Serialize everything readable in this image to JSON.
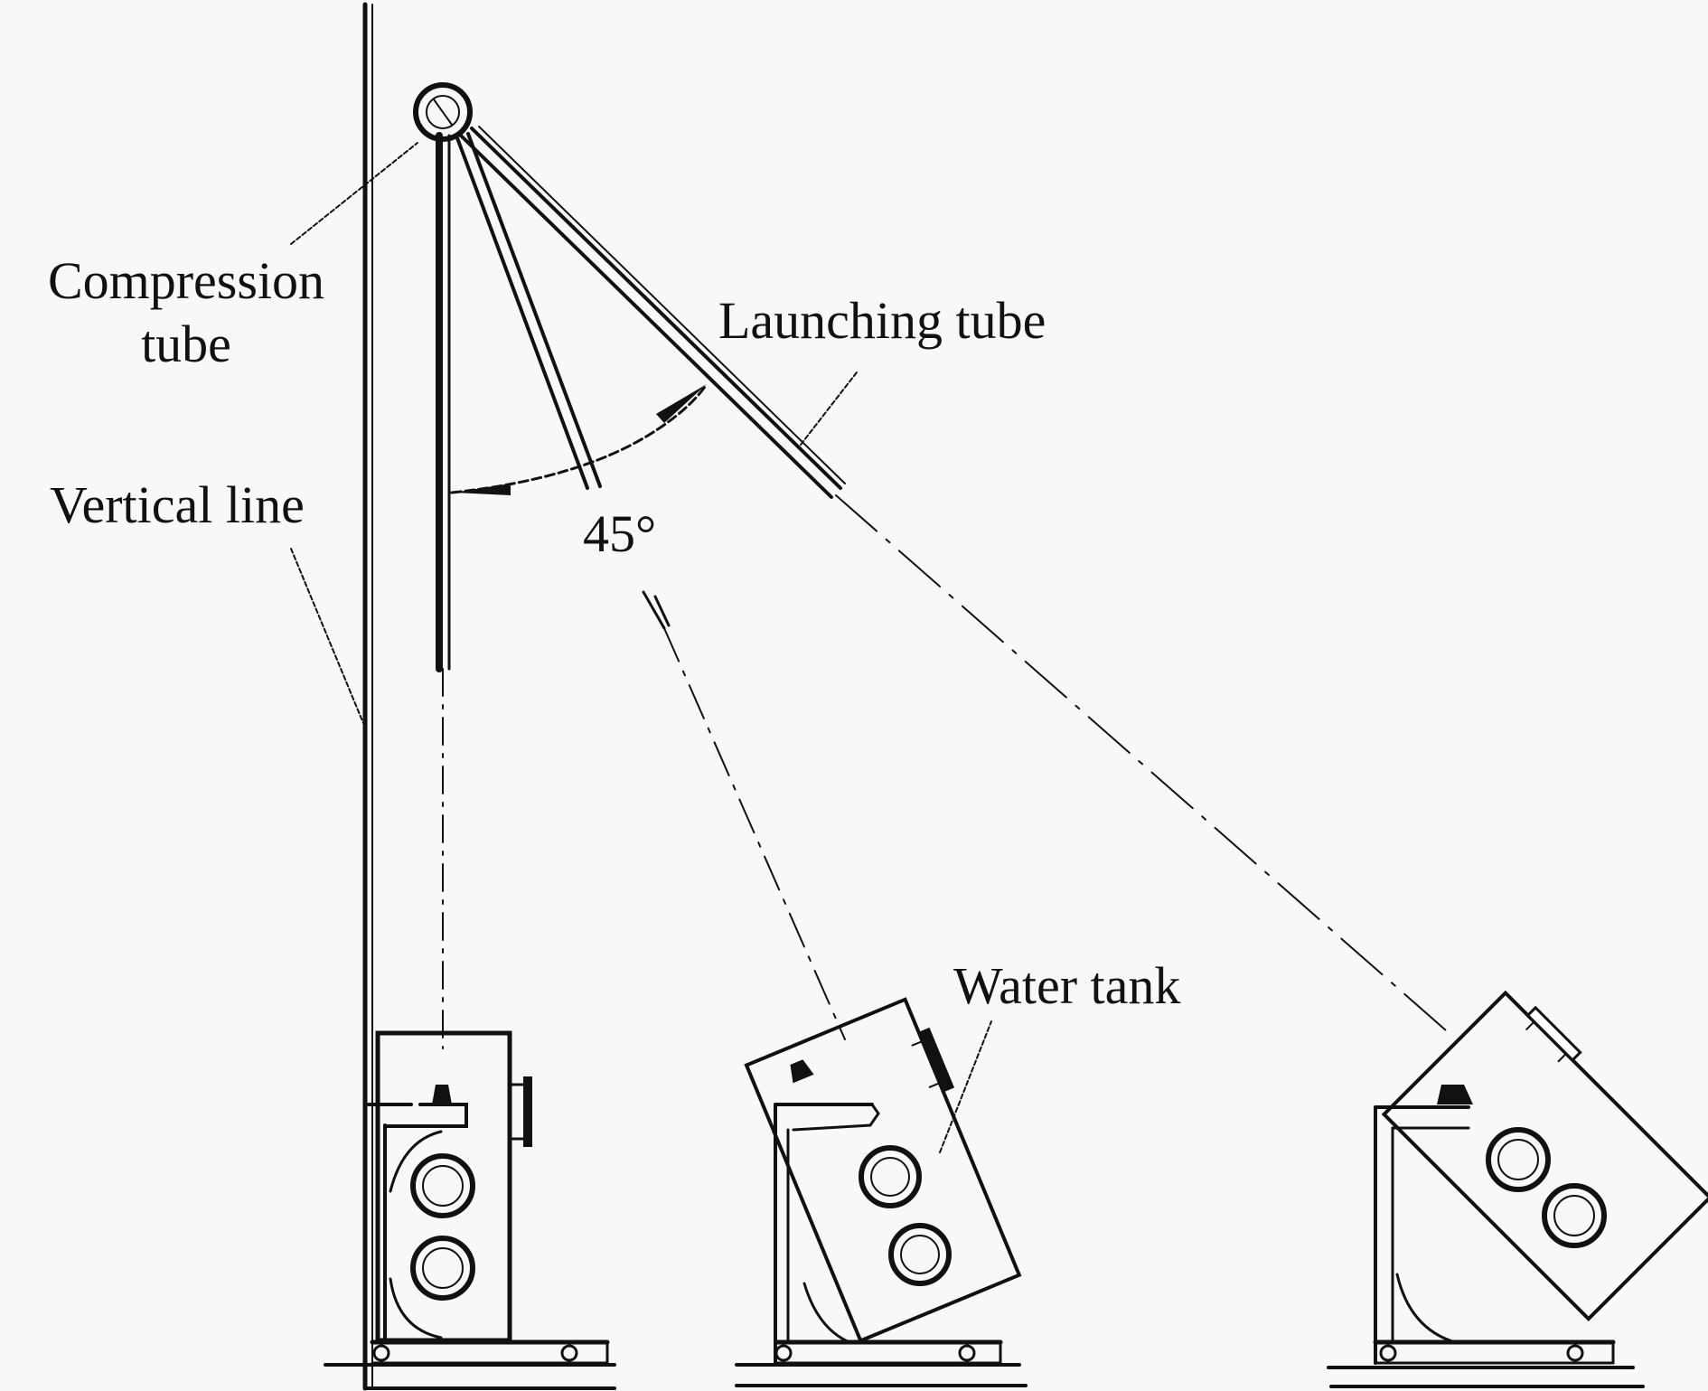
{
  "figure": {
    "labels": {
      "compression_tube_line1": "Compression",
      "compression_tube_line2": "tube",
      "launching_tube": "Launching tube",
      "vertical_line": "Vertical line",
      "water_tank": "Water tank",
      "angle": "45°"
    },
    "launch_positions_deg": [
      0,
      22.5,
      45
    ],
    "ink_color": "#111111",
    "background_color": "#f8f8f8"
  }
}
